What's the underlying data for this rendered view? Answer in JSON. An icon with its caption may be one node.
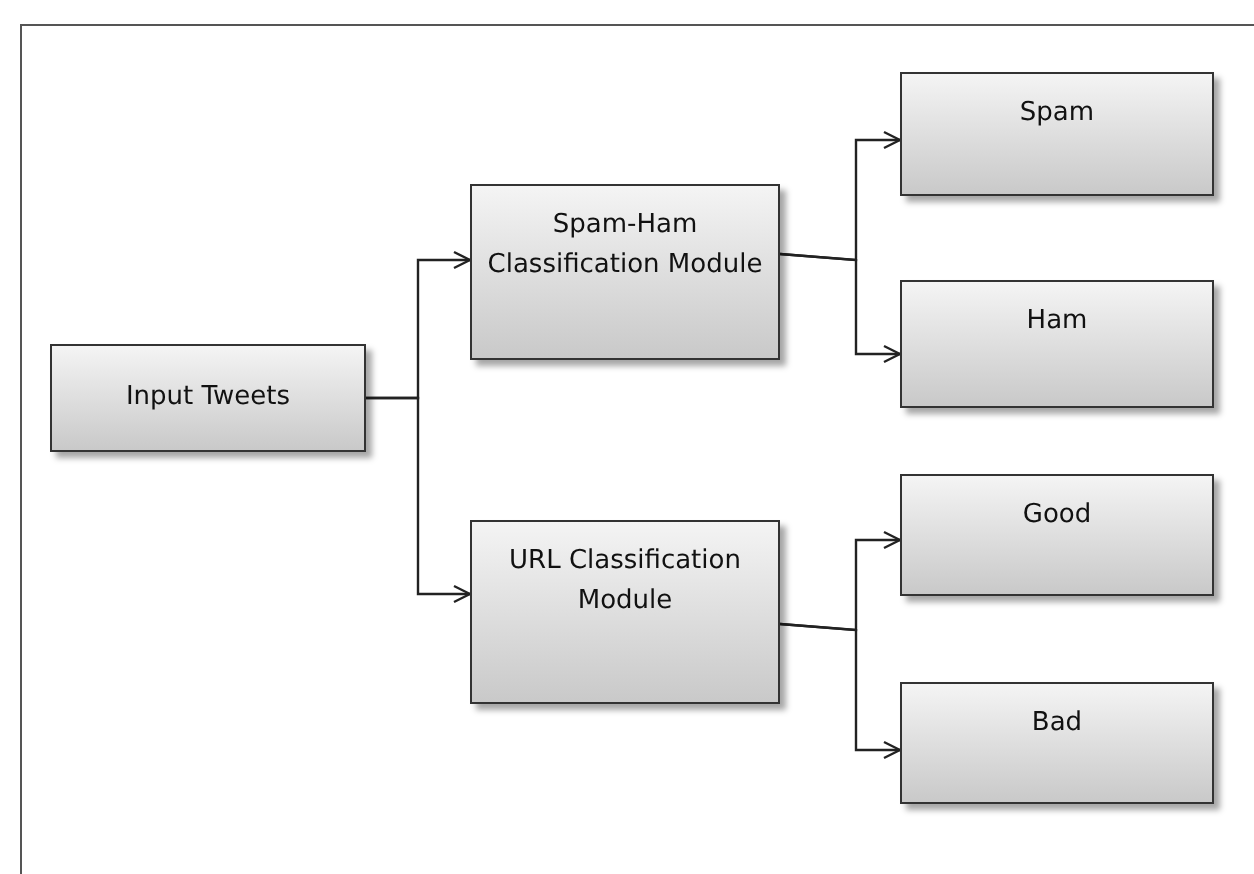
{
  "diagram": {
    "nodes": [
      {
        "text": [
          "Input Tweets"
        ]
      },
      {
        "text": [
          "Spam-Ham Classification Module"
        ]
      },
      {
        "text": [
          "URL Classification Module"
        ]
      },
      {
        "text": [
          "Spam"
        ]
      },
      {
        "text": [
          "Ham"
        ]
      },
      {
        "text": [
          "Good"
        ]
      },
      {
        "text": [
          "Bad"
        ]
      }
    ],
    "edges": [
      {
        "from": 0,
        "to": 1,
        "arrow": "to"
      },
      {
        "from": 0,
        "to": 2,
        "arrow": "to"
      },
      {
        "from": 1,
        "to": 3,
        "arrow": "to"
      },
      {
        "from": 1,
        "to": 4,
        "arrow": "to"
      },
      {
        "from": 2,
        "to": 5,
        "arrow": "to"
      },
      {
        "from": 2,
        "to": 6,
        "arrow": "to"
      }
    ]
  }
}
